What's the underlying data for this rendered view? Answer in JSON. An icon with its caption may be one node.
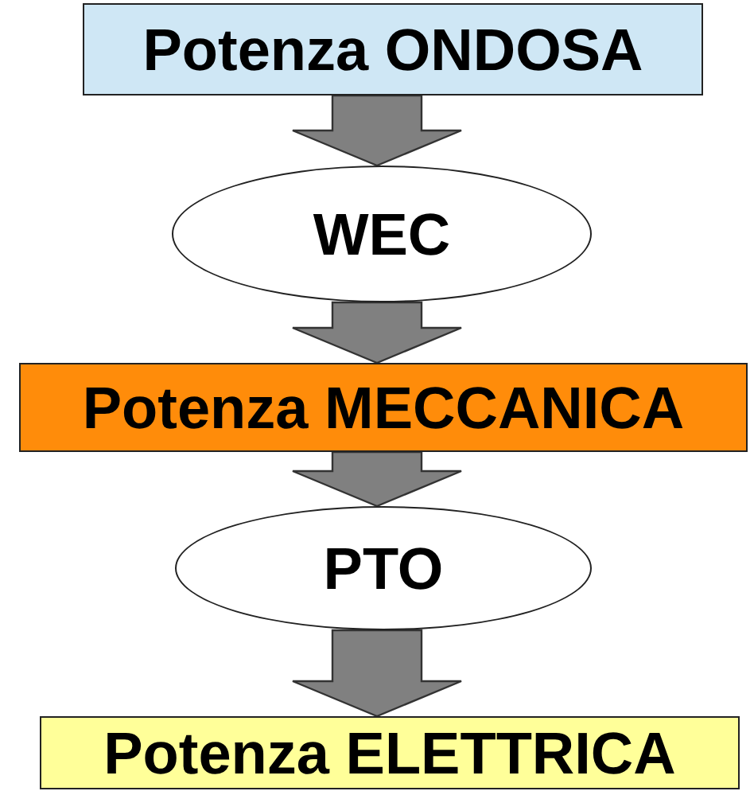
{
  "diagram": {
    "nodes": [
      {
        "text": [
          "Potenza ONDOSA"
        ]
      },
      {
        "text": [
          "WEC"
        ]
      },
      {
        "text": [
          "Potenza MECCANICA"
        ]
      },
      {
        "text": [
          "PTO"
        ]
      },
      {
        "text": [
          "Potenza ELETTRICA"
        ]
      }
    ],
    "edges": [
      {
        "from": 0,
        "to": 1,
        "arrow": "to"
      },
      {
        "from": 1,
        "to": 2,
        "arrow": "to"
      },
      {
        "from": 2,
        "to": 3,
        "arrow": "to"
      },
      {
        "from": 3,
        "to": 4,
        "arrow": "to"
      }
    ]
  }
}
